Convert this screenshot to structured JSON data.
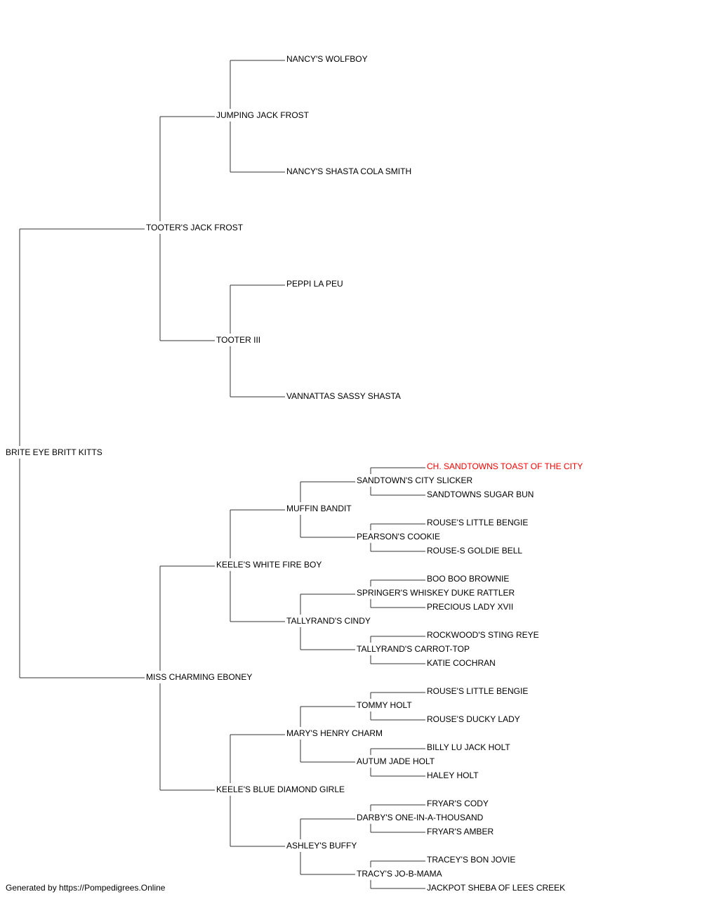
{
  "colors": {
    "line": "#333333",
    "text": "#000000",
    "highlight": "#ff0000"
  },
  "pedigree": {
    "name": "BRITE EYE BRITT KITTS",
    "sire": {
      "name": "TOOTER'S JACK FROST",
      "sire": {
        "name": "JUMPING JACK FROST",
        "sire": {
          "name": "NANCY'S WOLFBOY"
        },
        "dam": {
          "name": "NANCY'S SHASTA COLA SMITH"
        }
      },
      "dam": {
        "name": "TOOTER III",
        "sire": {
          "name": "PEPPI LA PEU"
        },
        "dam": {
          "name": "VANNATTAS SASSY SHASTA"
        }
      }
    },
    "dam": {
      "name": "MISS CHARMING EBONEY",
      "sire": {
        "name": "KEELE'S WHITE FIRE BOY",
        "sire": {
          "name": "MUFFIN BANDIT",
          "sire": {
            "name": "SANDTOWN'S CITY SLICKER",
            "sire": {
              "name": "CH. SANDTOWNS TOAST OF THE CITY",
              "highlight": true
            },
            "dam": {
              "name": "SANDTOWNS SUGAR BUN"
            }
          },
          "dam": {
            "name": "PEARSON'S COOKIE",
            "sire": {
              "name": "ROUSE'S LITTLE BENGIE"
            },
            "dam": {
              "name": "ROUSE-S GOLDIE BELL"
            }
          }
        },
        "dam": {
          "name": "TALLYRAND'S CINDY",
          "sire": {
            "name": "SPRINGER'S WHISKEY DUKE RATTLER",
            "sire": {
              "name": "BOO BOO BROWNIE"
            },
            "dam": {
              "name": "PRECIOUS LADY XVII"
            }
          },
          "dam": {
            "name": "TALLYRAND'S CARROT-TOP",
            "sire": {
              "name": "ROCKWOOD'S STING REYE"
            },
            "dam": {
              "name": "KATIE COCHRAN"
            }
          }
        }
      },
      "dam": {
        "name": "KEELE'S BLUE DIAMOND GIRLE",
        "sire": {
          "name": "MARY'S HENRY CHARM",
          "sire": {
            "name": "TOMMY HOLT",
            "sire": {
              "name": "ROUSE'S LITTLE BENGIE"
            },
            "dam": {
              "name": "ROUSE'S DUCKY LADY"
            }
          },
          "dam": {
            "name": "AUTUM JADE HOLT",
            "sire": {
              "name": "BILLY LU JACK HOLT"
            },
            "dam": {
              "name": "HALEY HOLT"
            }
          }
        },
        "dam": {
          "name": "ASHLEY'S BUFFY",
          "sire": {
            "name": "DARBY'S ONE-IN-A-THOUSAND",
            "sire": {
              "name": "FRYAR'S CODY"
            },
            "dam": {
              "name": "FRYAR'S AMBER"
            }
          },
          "dam": {
            "name": "TRACY'S JO-B-MAMA",
            "sire": {
              "name": "TRACEY'S BON JOVIE"
            },
            "dam": {
              "name": "JACKPOT SHEBA OF LEES CREEK"
            }
          }
        }
      }
    }
  },
  "footer": {
    "text": "Generated by https://Pompedigrees.Online"
  }
}
